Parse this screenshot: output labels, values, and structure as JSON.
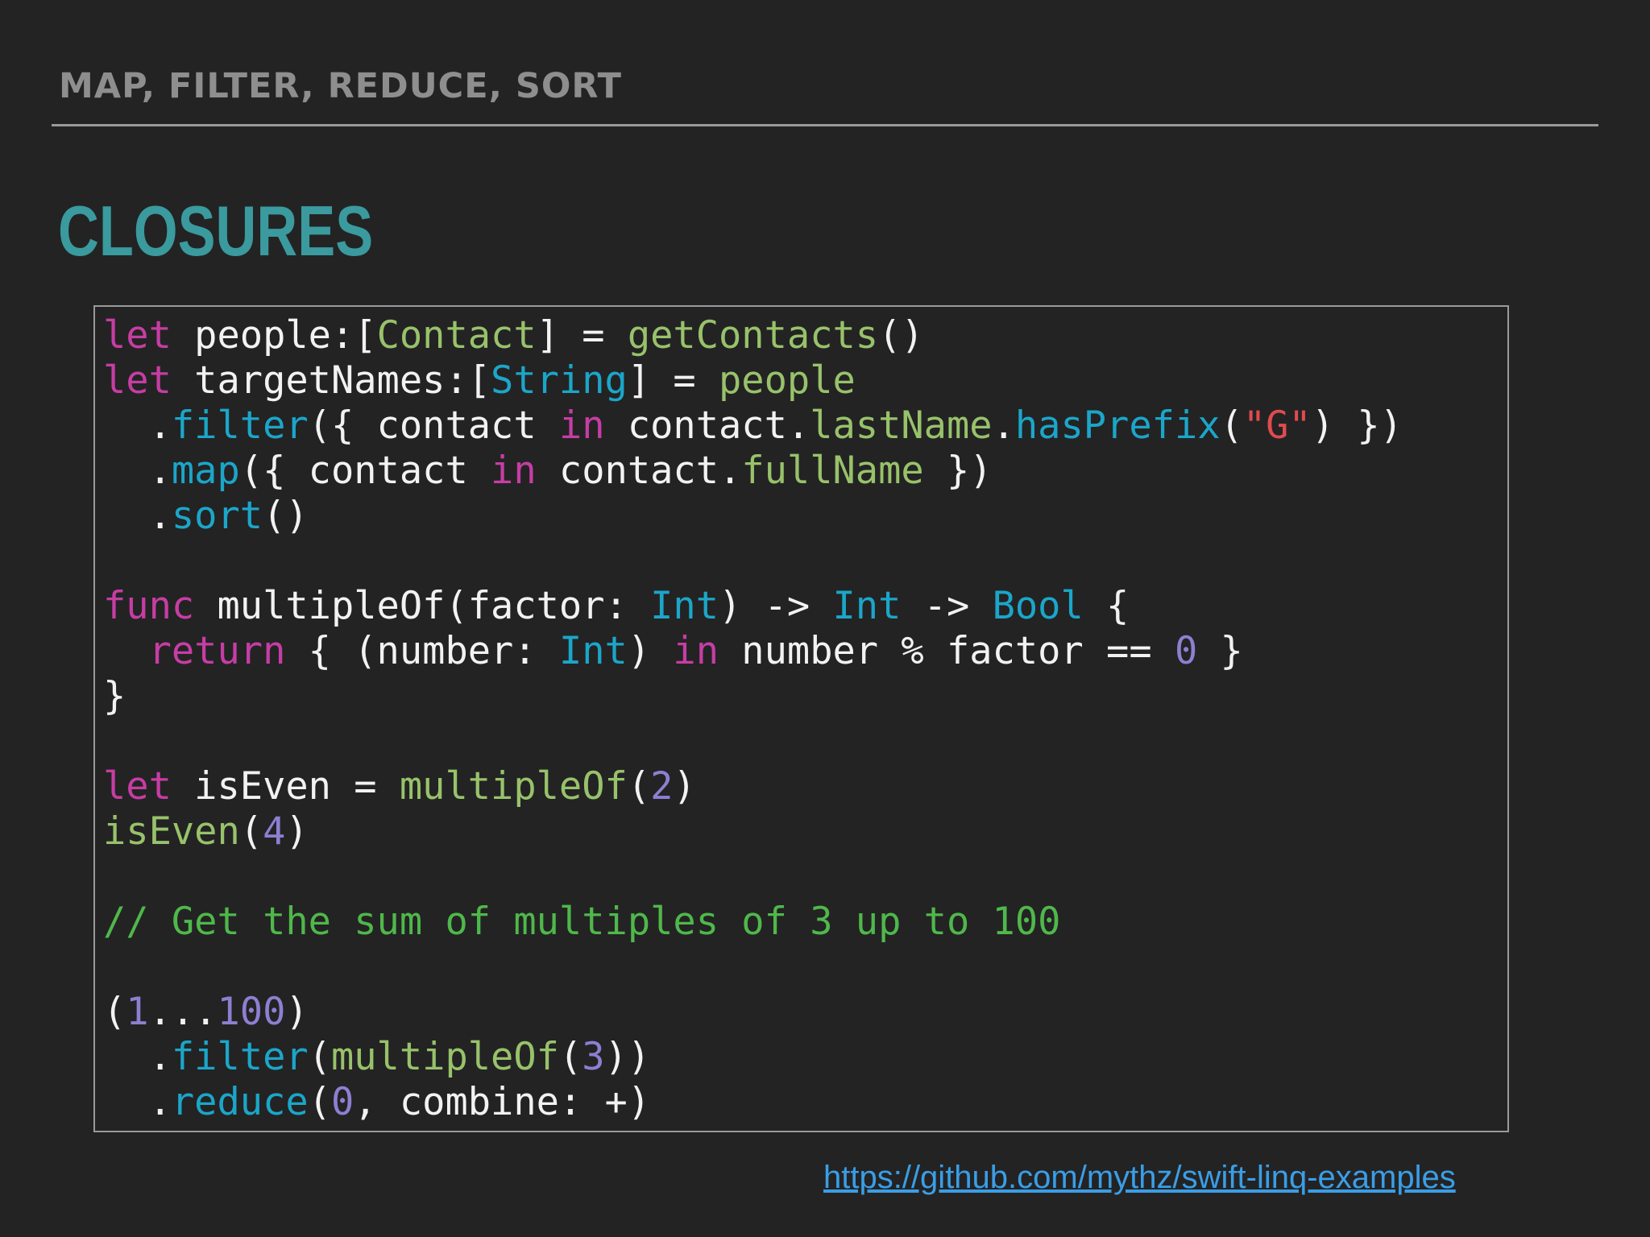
{
  "header": {
    "section_title": "MAP, FILTER, REDUCE, SORT",
    "heading": "CLOSURES"
  },
  "code": {
    "lines": [
      [
        {
          "t": "let",
          "k": "kw"
        },
        {
          "t": " people:[",
          "k": "pl"
        },
        {
          "t": "Contact",
          "k": "fn"
        },
        {
          "t": "] = ",
          "k": "pl"
        },
        {
          "t": "getContacts",
          "k": "fn"
        },
        {
          "t": "()",
          "k": "pl"
        }
      ],
      [
        {
          "t": "let",
          "k": "kw"
        },
        {
          "t": " targetNames:[",
          "k": "pl"
        },
        {
          "t": "String",
          "k": "ty"
        },
        {
          "t": "] = ",
          "k": "pl"
        },
        {
          "t": "people",
          "k": "fn"
        }
      ],
      [
        {
          "t": "  .",
          "k": "pl"
        },
        {
          "t": "filter",
          "k": "mt"
        },
        {
          "t": "({ contact ",
          "k": "pl"
        },
        {
          "t": "in",
          "k": "kw"
        },
        {
          "t": " contact.",
          "k": "pl"
        },
        {
          "t": "lastName",
          "k": "fn"
        },
        {
          "t": ".",
          "k": "pl"
        },
        {
          "t": "hasPrefix",
          "k": "mt"
        },
        {
          "t": "(",
          "k": "pl"
        },
        {
          "t": "\"G\"",
          "k": "st"
        },
        {
          "t": ") })",
          "k": "pl"
        }
      ],
      [
        {
          "t": "  .",
          "k": "pl"
        },
        {
          "t": "map",
          "k": "mt"
        },
        {
          "t": "({ contact ",
          "k": "pl"
        },
        {
          "t": "in",
          "k": "kw"
        },
        {
          "t": " contact.",
          "k": "pl"
        },
        {
          "t": "fullName",
          "k": "fn"
        },
        {
          "t": " })",
          "k": "pl"
        }
      ],
      [
        {
          "t": "  .",
          "k": "pl"
        },
        {
          "t": "sort",
          "k": "mt"
        },
        {
          "t": "()",
          "k": "pl"
        }
      ],
      [],
      [
        {
          "t": "func",
          "k": "kw"
        },
        {
          "t": " multipleOf(factor: ",
          "k": "pl"
        },
        {
          "t": "Int",
          "k": "ty"
        },
        {
          "t": ") -> ",
          "k": "pl"
        },
        {
          "t": "Int",
          "k": "ty"
        },
        {
          "t": " -> ",
          "k": "pl"
        },
        {
          "t": "Bool",
          "k": "ty"
        },
        {
          "t": " {",
          "k": "pl"
        }
      ],
      [
        {
          "t": "  ",
          "k": "pl"
        },
        {
          "t": "return",
          "k": "kw"
        },
        {
          "t": " { (number: ",
          "k": "pl"
        },
        {
          "t": "Int",
          "k": "ty"
        },
        {
          "t": ") ",
          "k": "pl"
        },
        {
          "t": "in",
          "k": "kw"
        },
        {
          "t": " number % factor == ",
          "k": "pl"
        },
        {
          "t": "0",
          "k": "nu"
        },
        {
          "t": " }",
          "k": "pl"
        }
      ],
      [
        {
          "t": "}",
          "k": "pl"
        }
      ],
      [],
      [
        {
          "t": "let",
          "k": "kw"
        },
        {
          "t": " isEven = ",
          "k": "pl"
        },
        {
          "t": "multipleOf",
          "k": "fn"
        },
        {
          "t": "(",
          "k": "pl"
        },
        {
          "t": "2",
          "k": "nu"
        },
        {
          "t": ")",
          "k": "pl"
        }
      ],
      [
        {
          "t": "isEven",
          "k": "fn"
        },
        {
          "t": "(",
          "k": "pl"
        },
        {
          "t": "4",
          "k": "nu"
        },
        {
          "t": ")",
          "k": "pl"
        }
      ],
      [],
      [
        {
          "t": "// Get the sum of multiples of 3 up to 100",
          "k": "cm"
        }
      ],
      [],
      [
        {
          "t": "(",
          "k": "pl"
        },
        {
          "t": "1",
          "k": "nu"
        },
        {
          "t": "...",
          "k": "pl"
        },
        {
          "t": "100",
          "k": "nu"
        },
        {
          "t": ")",
          "k": "pl"
        }
      ],
      [
        {
          "t": "  .",
          "k": "pl"
        },
        {
          "t": "filter",
          "k": "mt"
        },
        {
          "t": "(",
          "k": "pl"
        },
        {
          "t": "multipleOf",
          "k": "fn"
        },
        {
          "t": "(",
          "k": "pl"
        },
        {
          "t": "3",
          "k": "nu"
        },
        {
          "t": "))",
          "k": "pl"
        }
      ],
      [
        {
          "t": "  .",
          "k": "pl"
        },
        {
          "t": "reduce",
          "k": "mt"
        },
        {
          "t": "(",
          "k": "pl"
        },
        {
          "t": "0",
          "k": "nu"
        },
        {
          "t": ", combine: +)",
          "k": "pl"
        }
      ]
    ]
  },
  "footer": {
    "link_text": "https://github.com/mythz/swift-linq-examples"
  },
  "colors": {
    "background": "#232324",
    "section_title": "#8e8e8e",
    "heading": "#3a9a9e",
    "keyword": "#c73da4",
    "type": "#1ba6c9",
    "identifier": "#98c26a",
    "string": "#e04b4f",
    "number": "#8e7fd1",
    "comment": "#4fb84a",
    "link": "#3a9ee6"
  }
}
